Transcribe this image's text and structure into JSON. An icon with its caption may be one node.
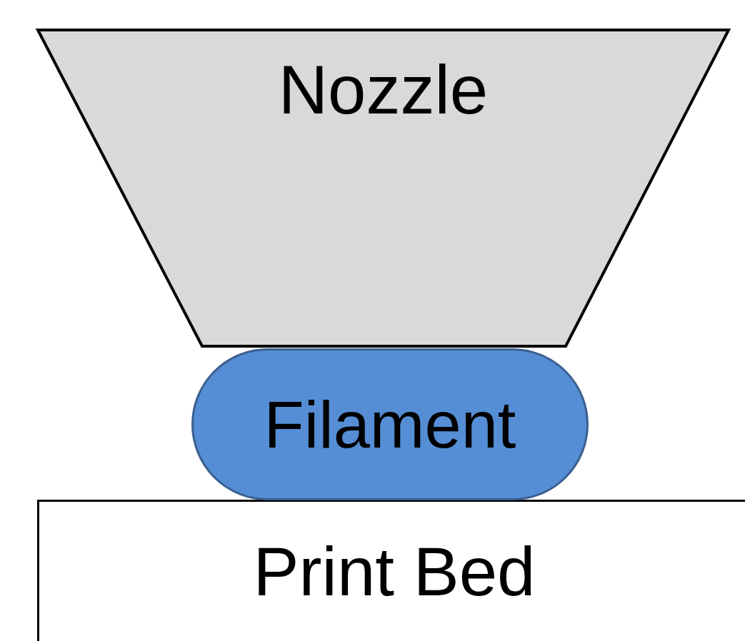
{
  "diagram": {
    "nodes": [
      {
        "text": [
          "Nozzle"
        ]
      },
      {
        "text": [
          "Filament"
        ]
      },
      {
        "text": [
          "Print Bed"
        ]
      }
    ]
  }
}
